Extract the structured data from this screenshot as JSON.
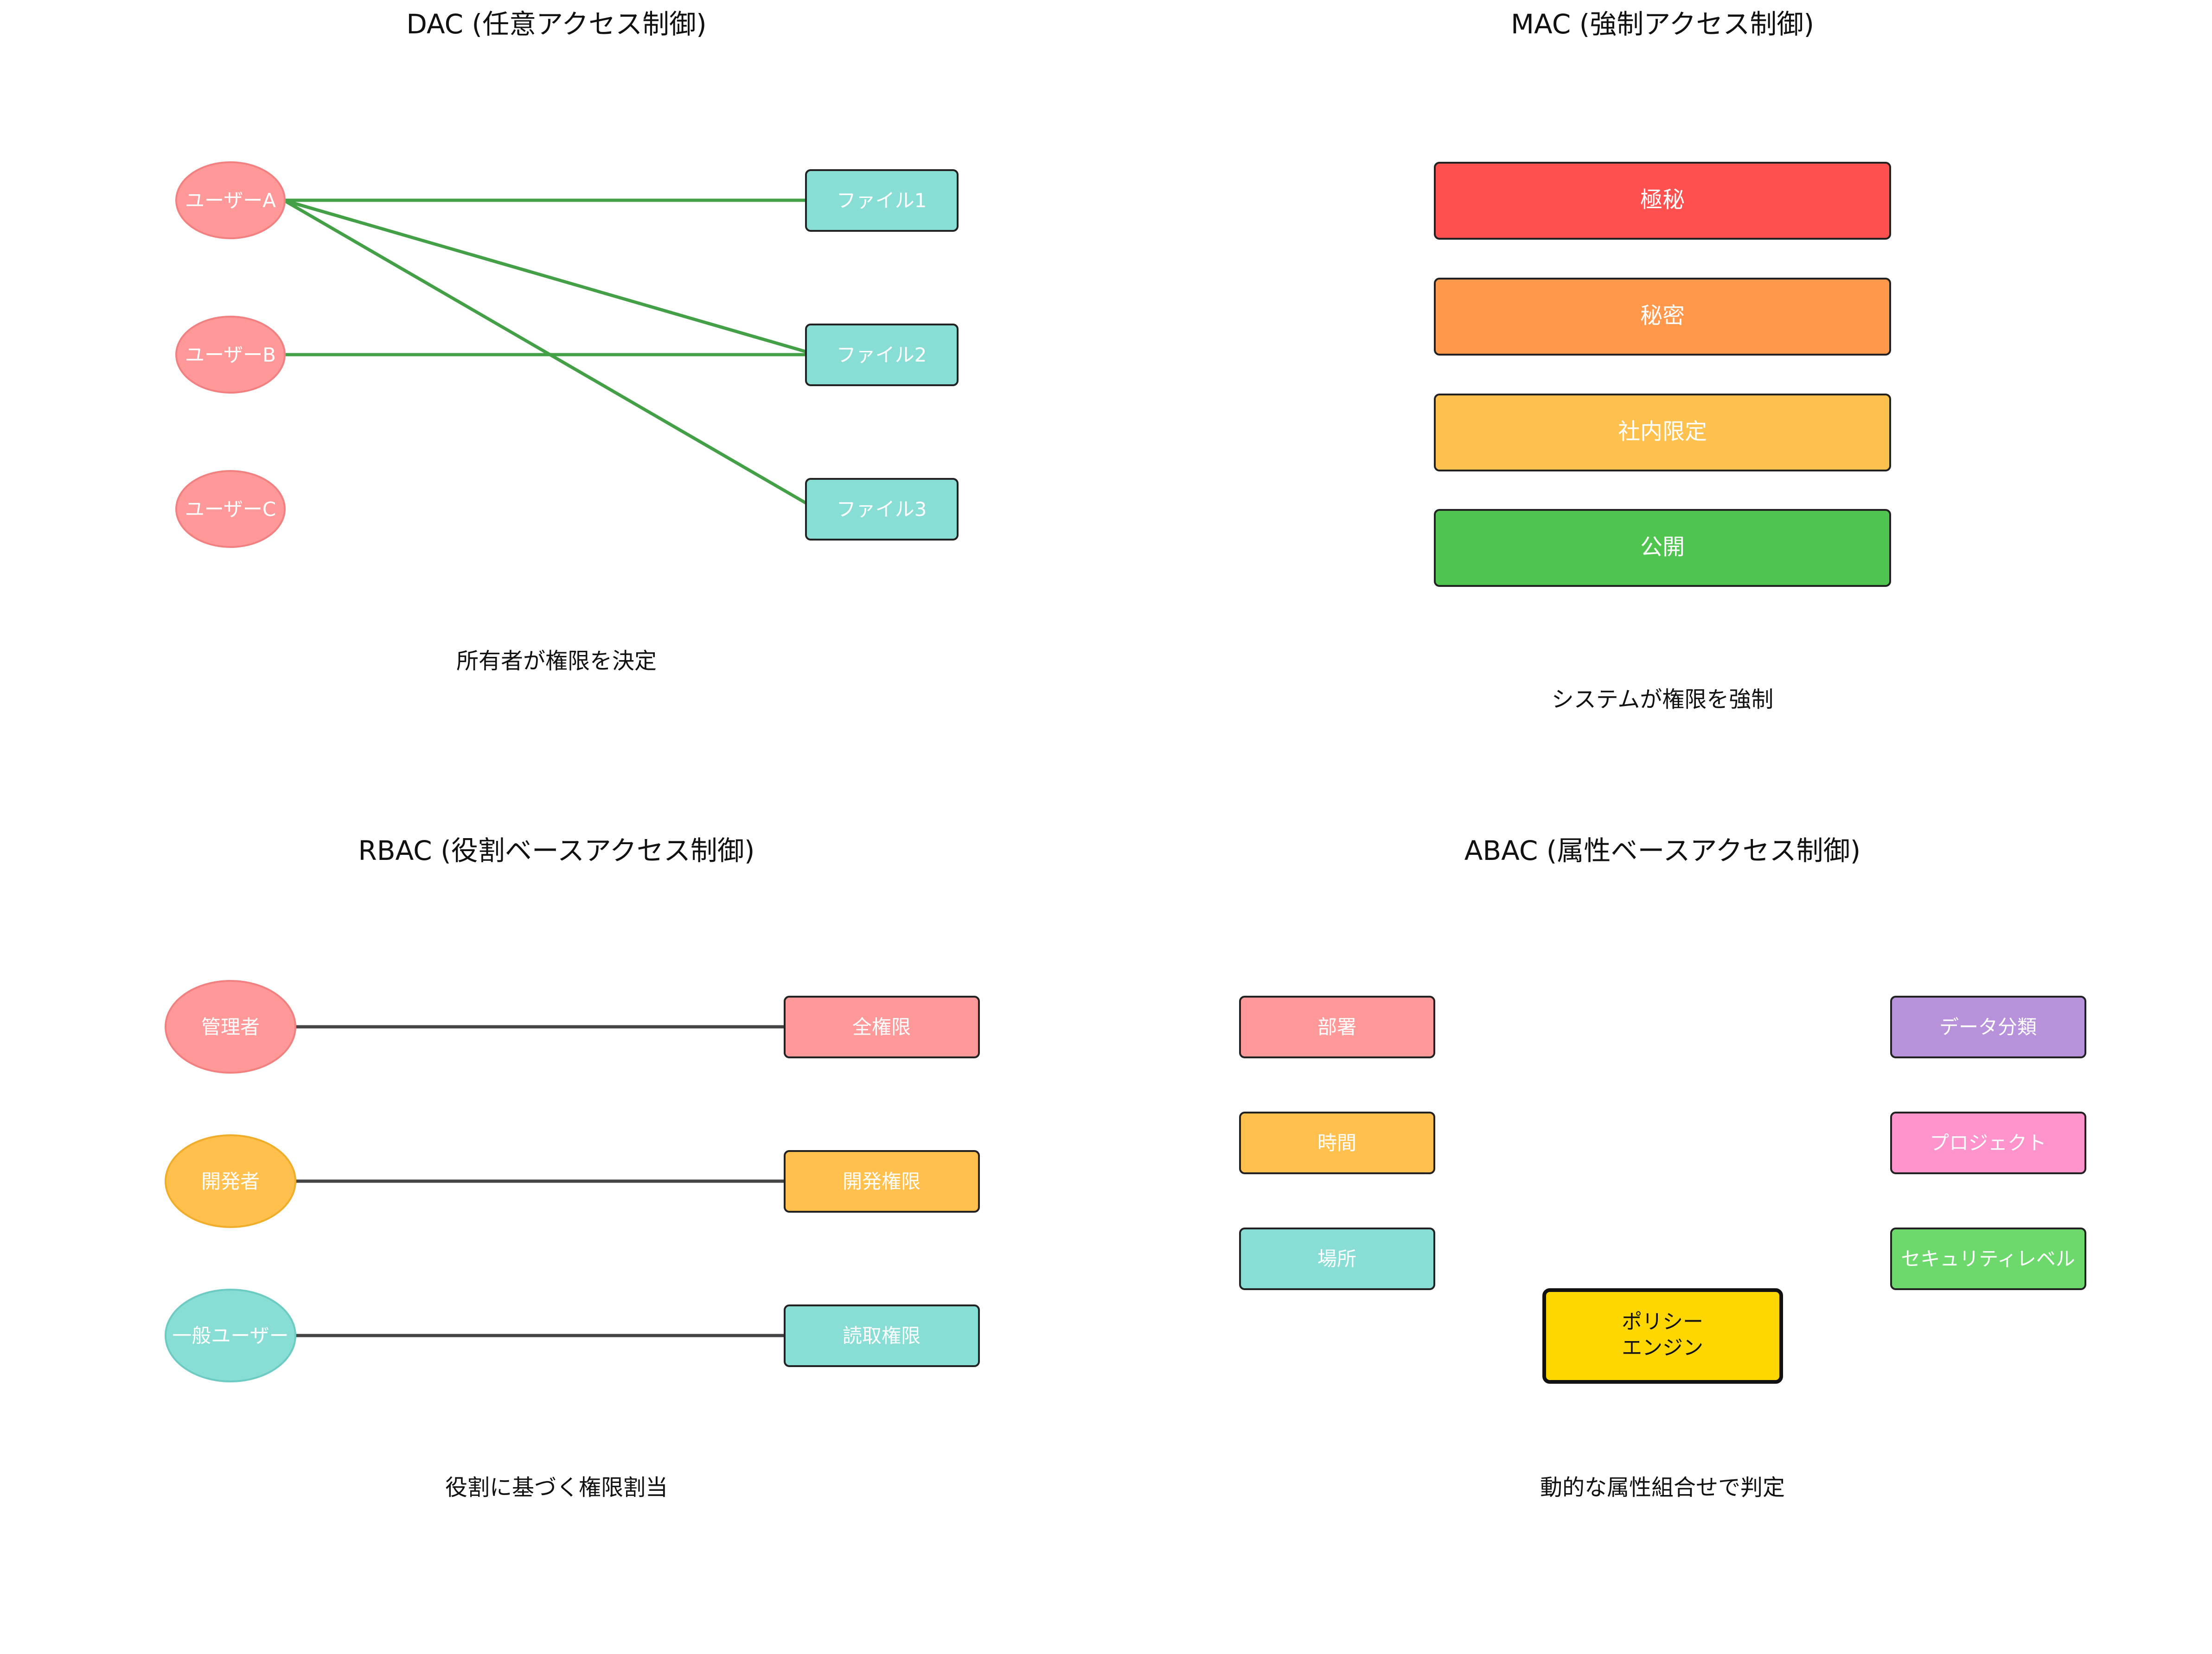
{
  "dac": {
    "title": "DAC (任意アクセス制御)",
    "caption": "所有者が権限を決定",
    "users": [
      "ユーザーA",
      "ユーザーB",
      "ユーザーC"
    ],
    "files": [
      "ファイル1",
      "ファイル2",
      "ファイル3"
    ],
    "user_color": "#FF9999",
    "file_color": "#88DDD5",
    "link_color": "#43A047"
  },
  "mac": {
    "title": "MAC (強制アクセス制御)",
    "caption": "システムが権限を強制",
    "levels": [
      {
        "label": "極秘",
        "color": "#FF5050"
      },
      {
        "label": "秘密",
        "color": "#FF984A"
      },
      {
        "label": "社内限定",
        "color": "#FFC14D"
      },
      {
        "label": "公開",
        "color": "#4FC44F"
      }
    ]
  },
  "rbac": {
    "title": "RBAC (役割ベースアクセス制御)",
    "caption": "役割に基づく権限割当",
    "roles": [
      {
        "label": "管理者",
        "color": "#FF9999"
      },
      {
        "label": "開発者",
        "color": "#FFC04D"
      },
      {
        "label": "一般ユーザー",
        "color": "#88DDD5"
      }
    ],
    "permissions": [
      {
        "label": "全権限",
        "color": "#FF9999"
      },
      {
        "label": "開発権限",
        "color": "#FFC04D"
      },
      {
        "label": "読取権限",
        "color": "#88DDD5"
      }
    ],
    "link_color": "#444444"
  },
  "abac": {
    "title": "ABAC (属性ベースアクセス制御)",
    "caption": "動的な属性組合せで判定",
    "left_attributes": [
      {
        "label": "部署",
        "color": "#FF9999"
      },
      {
        "label": "時間",
        "color": "#FFC04D"
      },
      {
        "label": "場所",
        "color": "#88DDD5"
      }
    ],
    "right_attributes": [
      {
        "label": "データ分類",
        "color": "#B792DB"
      },
      {
        "label": "プロジェクト",
        "color": "#FF94CC"
      },
      {
        "label": "セキュリティレベル",
        "color": "#6DD96D"
      }
    ],
    "engine": {
      "line1": "ポリシー",
      "line2": "エンジン",
      "color": "#FFD700"
    }
  }
}
